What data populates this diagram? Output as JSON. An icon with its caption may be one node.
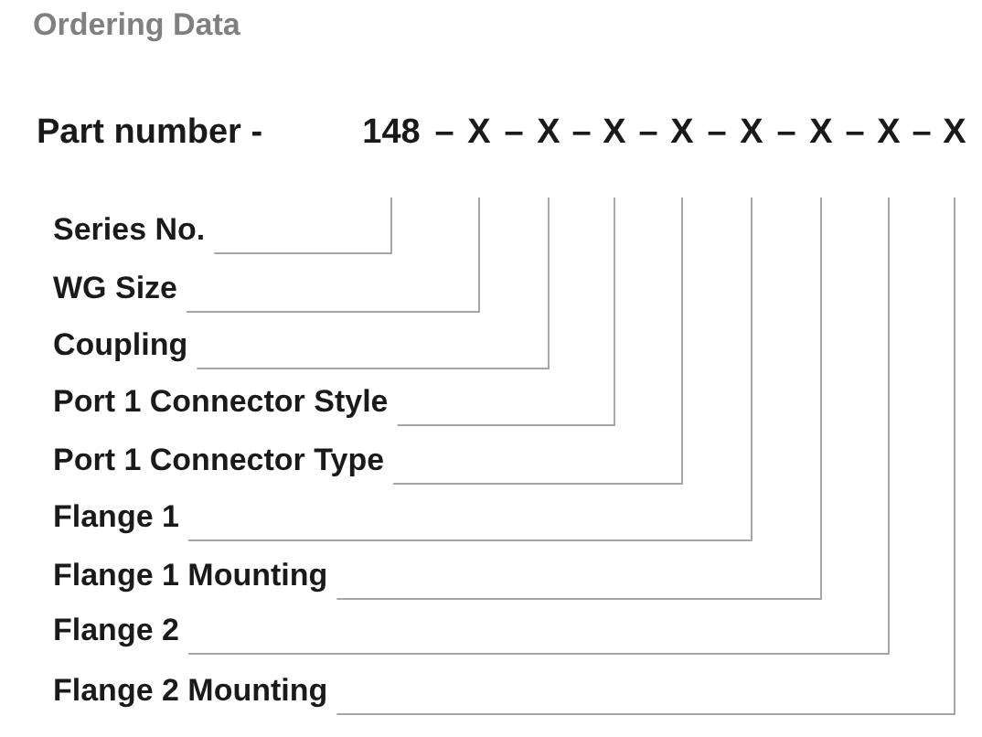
{
  "diagram": {
    "title": "Ordering Data",
    "nodes": [
      {
        "text": [
          "148"
        ]
      },
      {
        "text": [
          "X"
        ]
      },
      {
        "text": [
          "X"
        ]
      },
      {
        "text": [
          "X"
        ]
      },
      {
        "text": [
          "X"
        ]
      },
      {
        "text": [
          "X"
        ]
      },
      {
        "text": [
          "X"
        ]
      },
      {
        "text": [
          "X"
        ]
      },
      {
        "text": [
          "X"
        ]
      },
      {
        "text": [
          "Series No."
        ]
      },
      {
        "text": [
          "WG Size"
        ]
      },
      {
        "text": [
          "Coupling"
        ]
      },
      {
        "text": [
          "Port 1 Connector Style"
        ]
      },
      {
        "text": [
          "Port 1 Connector Type"
        ]
      },
      {
        "text": [
          "Flange 1"
        ]
      },
      {
        "text": [
          "Flange 1 Mounting"
        ]
      },
      {
        "text": [
          "Flange 2"
        ]
      },
      {
        "text": [
          "Flange 2 Mounting"
        ]
      }
    ],
    "edges": [
      {
        "from": 9,
        "to": 0,
        "arrow": "none"
      },
      {
        "from": 10,
        "to": 1,
        "arrow": "none"
      },
      {
        "from": 11,
        "to": 2,
        "arrow": "none"
      },
      {
        "from": 12,
        "to": 3,
        "arrow": "none"
      },
      {
        "from": 13,
        "to": 4,
        "arrow": "none"
      },
      {
        "from": 14,
        "to": 5,
        "arrow": "none"
      },
      {
        "from": 15,
        "to": 6,
        "arrow": "none"
      },
      {
        "from": 16,
        "to": 7,
        "arrow": "none"
      },
      {
        "from": 17,
        "to": 8,
        "arrow": "none"
      }
    ],
    "labels": [
      "Part number -",
      "–",
      "–",
      "–",
      "–",
      "–",
      "–",
      "–",
      "–"
    ]
  }
}
